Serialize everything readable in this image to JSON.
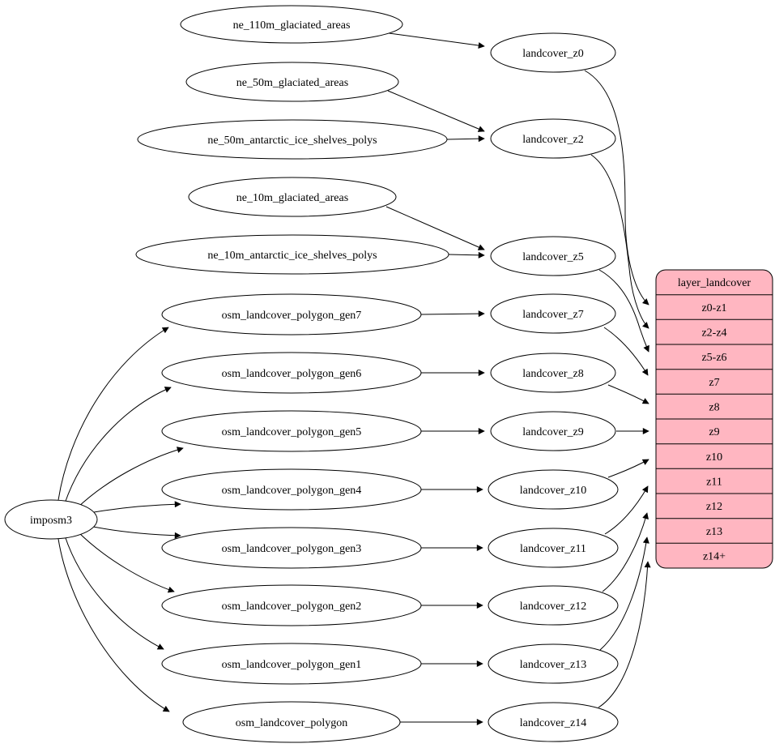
{
  "diagram": {
    "importer": {
      "label": "imposm3"
    },
    "source_nodes": [
      {
        "id": "ne_110m_glaciated_areas",
        "label": "ne_110m_glaciated_areas"
      },
      {
        "id": "ne_50m_glaciated_areas",
        "label": "ne_50m_glaciated_areas"
      },
      {
        "id": "ne_50m_antarctic_ice_shelves_polys",
        "label": "ne_50m_antarctic_ice_shelves_polys"
      },
      {
        "id": "ne_10m_glaciated_areas",
        "label": "ne_10m_glaciated_areas"
      },
      {
        "id": "ne_10m_antarctic_ice_shelves_polys",
        "label": "ne_10m_antarctic_ice_shelves_polys"
      },
      {
        "id": "osm_landcover_polygon_gen7",
        "label": "osm_landcover_polygon_gen7"
      },
      {
        "id": "osm_landcover_polygon_gen6",
        "label": "osm_landcover_polygon_gen6"
      },
      {
        "id": "osm_landcover_polygon_gen5",
        "label": "osm_landcover_polygon_gen5"
      },
      {
        "id": "osm_landcover_polygon_gen4",
        "label": "osm_landcover_polygon_gen4"
      },
      {
        "id": "osm_landcover_polygon_gen3",
        "label": "osm_landcover_polygon_gen3"
      },
      {
        "id": "osm_landcover_polygon_gen2",
        "label": "osm_landcover_polygon_gen2"
      },
      {
        "id": "osm_landcover_polygon_gen1",
        "label": "osm_landcover_polygon_gen1"
      },
      {
        "id": "osm_landcover_polygon",
        "label": "osm_landcover_polygon"
      }
    ],
    "intermediate_nodes": [
      {
        "id": "landcover_z0",
        "label": "landcover_z0"
      },
      {
        "id": "landcover_z2",
        "label": "landcover_z2"
      },
      {
        "id": "landcover_z5",
        "label": "landcover_z5"
      },
      {
        "id": "landcover_z7",
        "label": "landcover_z7"
      },
      {
        "id": "landcover_z8",
        "label": "landcover_z8"
      },
      {
        "id": "landcover_z9",
        "label": "landcover_z9"
      },
      {
        "id": "landcover_z10",
        "label": "landcover_z10"
      },
      {
        "id": "landcover_z11",
        "label": "landcover_z11"
      },
      {
        "id": "landcover_z12",
        "label": "landcover_z12"
      },
      {
        "id": "landcover_z13",
        "label": "landcover_z13"
      },
      {
        "id": "landcover_z14",
        "label": "landcover_z14"
      }
    ],
    "table": {
      "title": "layer_landcover",
      "rows": [
        "z0-z1",
        "z2-z4",
        "z5-z6",
        "z7",
        "z8",
        "z9",
        "z10",
        "z11",
        "z12",
        "z13",
        "z14+"
      ]
    },
    "edges": [
      {
        "from": "ne_110m_glaciated_areas",
        "to": "landcover_z0"
      },
      {
        "from": "ne_50m_glaciated_areas",
        "to": "landcover_z2"
      },
      {
        "from": "ne_50m_antarctic_ice_shelves_polys",
        "to": "landcover_z2"
      },
      {
        "from": "ne_10m_glaciated_areas",
        "to": "landcover_z5"
      },
      {
        "from": "ne_10m_antarctic_ice_shelves_polys",
        "to": "landcover_z5"
      },
      {
        "from": "imposm3",
        "to": "osm_landcover_polygon_gen7"
      },
      {
        "from": "imposm3",
        "to": "osm_landcover_polygon_gen6"
      },
      {
        "from": "imposm3",
        "to": "osm_landcover_polygon_gen5"
      },
      {
        "from": "imposm3",
        "to": "osm_landcover_polygon_gen4"
      },
      {
        "from": "imposm3",
        "to": "osm_landcover_polygon_gen3"
      },
      {
        "from": "imposm3",
        "to": "osm_landcover_polygon_gen2"
      },
      {
        "from": "imposm3",
        "to": "osm_landcover_polygon_gen1"
      },
      {
        "from": "imposm3",
        "to": "osm_landcover_polygon"
      },
      {
        "from": "osm_landcover_polygon_gen7",
        "to": "landcover_z7"
      },
      {
        "from": "osm_landcover_polygon_gen6",
        "to": "landcover_z8"
      },
      {
        "from": "osm_landcover_polygon_gen5",
        "to": "landcover_z9"
      },
      {
        "from": "osm_landcover_polygon_gen4",
        "to": "landcover_z10"
      },
      {
        "from": "osm_landcover_polygon_gen3",
        "to": "landcover_z11"
      },
      {
        "from": "osm_landcover_polygon_gen2",
        "to": "landcover_z12"
      },
      {
        "from": "osm_landcover_polygon_gen1",
        "to": "landcover_z13"
      },
      {
        "from": "osm_landcover_polygon",
        "to": "landcover_z14"
      },
      {
        "from": "landcover_z0",
        "to": "layer_landcover row z0-z1"
      },
      {
        "from": "landcover_z2",
        "to": "layer_landcover row z2-z4"
      },
      {
        "from": "landcover_z5",
        "to": "layer_landcover row z5-z6"
      },
      {
        "from": "landcover_z7",
        "to": "layer_landcover row z7"
      },
      {
        "from": "landcover_z8",
        "to": "layer_landcover row z8"
      },
      {
        "from": "landcover_z9",
        "to": "layer_landcover row z9"
      },
      {
        "from": "landcover_z10",
        "to": "layer_landcover row z10"
      },
      {
        "from": "landcover_z11",
        "to": "layer_landcover row z11"
      },
      {
        "from": "landcover_z12",
        "to": "layer_landcover row z12"
      },
      {
        "from": "landcover_z13",
        "to": "layer_landcover row z13"
      },
      {
        "from": "landcover_z14",
        "to": "layer_landcover row z14+"
      }
    ]
  },
  "colors": {
    "table_fill": "#ffb6c1",
    "node_fill": "#ffffff",
    "stroke": "#000000",
    "background": "#ffffff"
  }
}
